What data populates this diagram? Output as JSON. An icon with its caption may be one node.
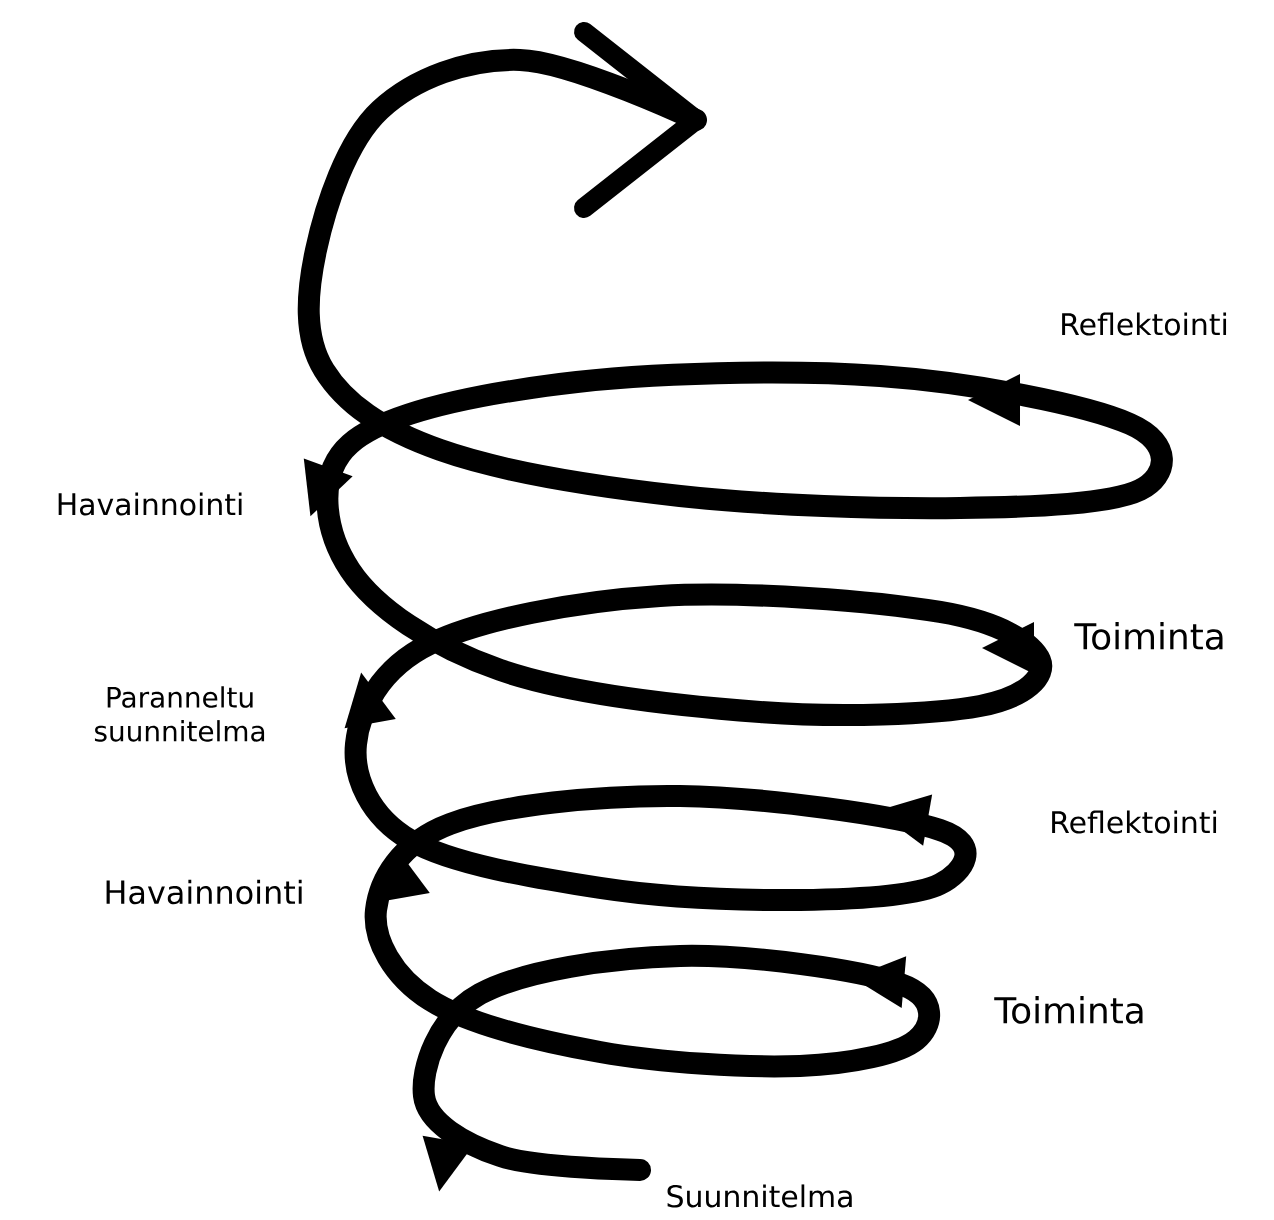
{
  "diagram": {
    "labels": [
      "Reflektointi",
      "Havainnointi",
      "Toiminta",
      "Paranneltu suunnitelma",
      "Reflektointi",
      "Havainnointi",
      "Toiminta",
      "Suunnitelma"
    ]
  }
}
